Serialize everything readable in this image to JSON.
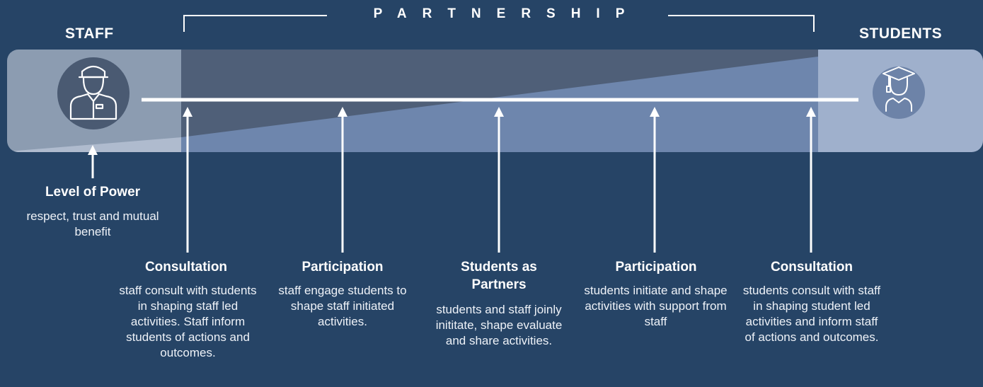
{
  "header": {
    "staff_label": "STAFF",
    "students_label": "STUDENTS",
    "partnership_label": "PARTNERSHIP"
  },
  "icons": {
    "staff": "staff-worker-icon",
    "student": "graduate-student-icon"
  },
  "power": {
    "title": "Level of Power",
    "description": "respect, trust and mutual benefit"
  },
  "stages": [
    {
      "title": "Consultation",
      "description": "staff consult with students in shaping staff led activities. Staff inform students of actions and outcomes."
    },
    {
      "title": "Participation",
      "description": "staff engage students to shape staff initiated activities."
    },
    {
      "title": "Students as Partners",
      "description": "students and staff joinly inititate, shape evaluate and share activities."
    },
    {
      "title": "Participation",
      "description": "students initiate and shape activities with support from staff"
    },
    {
      "title": "Consultation",
      "description": "students consult with staff in shaping student led activities and inform staff of actions and outcomes."
    }
  ],
  "colors": {
    "background": "#264466",
    "band_left": "#8c9cb1",
    "band_middle": "#4f5f78",
    "wedge": "#6e86ad",
    "band_right": "#9fb0cc",
    "icon_circle_left": "#4a5a72",
    "icon_circle_right": "#6d83a8"
  }
}
